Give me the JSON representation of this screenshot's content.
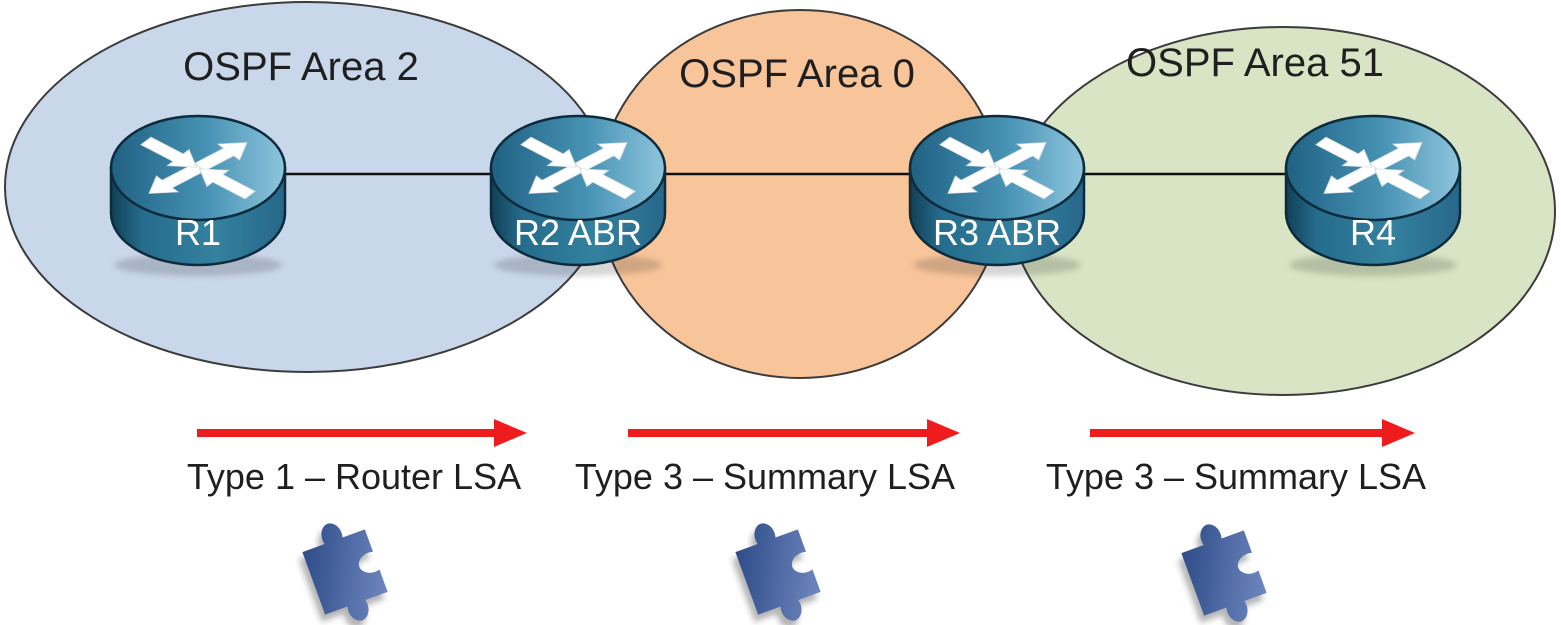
{
  "areas": [
    {
      "label": "OSPF Area 2",
      "fill": "#c9d7eb",
      "border": "#3b3b3b"
    },
    {
      "label": "OSPF Area 0",
      "fill": "#f8c59b",
      "border": "#3b3b3b"
    },
    {
      "label": "OSPF Area 51",
      "fill": "#d8e4c3",
      "border": "#3b3b3b"
    }
  ],
  "routers": [
    {
      "label": "R1"
    },
    {
      "label": "R2 ABR"
    },
    {
      "label": "R3 ABR"
    },
    {
      "label": "R4"
    }
  ],
  "links": [
    {
      "from": "R1",
      "to": "R2 ABR"
    },
    {
      "from": "R2 ABR",
      "to": "R3 ABR"
    },
    {
      "from": "R3 ABR",
      "to": "R4"
    }
  ],
  "lsa_flows": [
    {
      "label": "Type 1 – Router LSA"
    },
    {
      "label": "Type 3 – Summary LSA"
    },
    {
      "label": "Type 3 – Summary LSA"
    }
  ],
  "icons": {
    "router": "cisco-router-icon",
    "puzzle": "puzzle-piece-icon",
    "flow_arrow": "red-right-arrow-icon"
  },
  "colors": {
    "arrow_red": "#ee1c1c",
    "link_line": "#111111",
    "router_top": "#4792b4",
    "router_body": "#2f7596",
    "router_outline": "#0d2b3b",
    "puzzle_dark": "#2d4b87",
    "puzzle_light": "#7189c2",
    "label_text": "#1f1f1f",
    "router_label_text": "#ffffff"
  }
}
